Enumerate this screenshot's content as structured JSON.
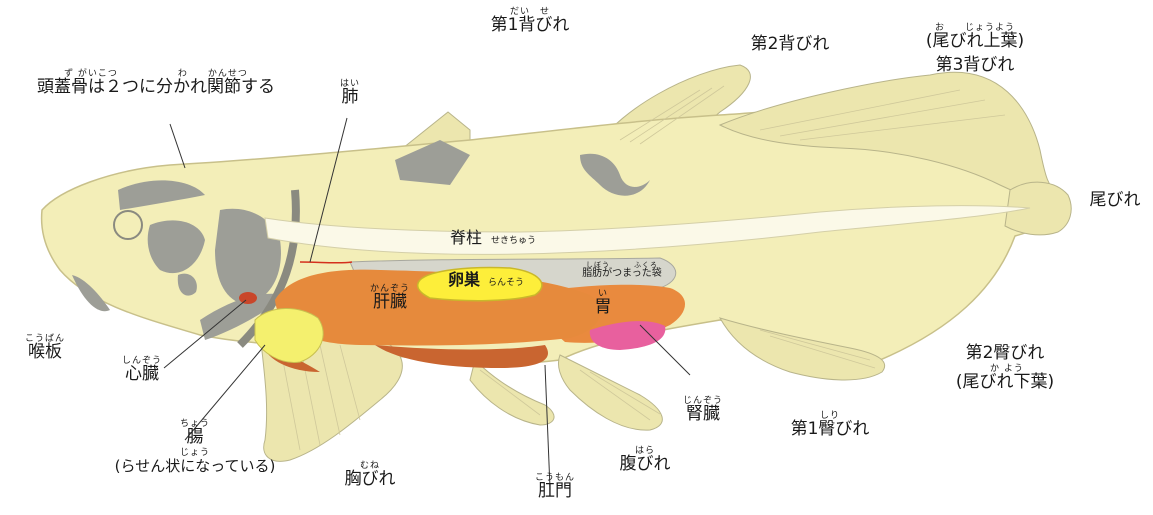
{
  "labels": {
    "dorsal1": {
      "ruby": "だい　せ",
      "text": "第1背びれ"
    },
    "dorsal2": {
      "text": "第2背びれ"
    },
    "dorsal3": {
      "ruby": "お　　じょうよう",
      "line1": "(尾びれ上葉)",
      "line2": "第3背びれ"
    },
    "skull": {
      "ruby": "ず がいこつ　　　　　　わ　　かんせつ",
      "text": "頭蓋骨は２つに分かれ関節する"
    },
    "lung": {
      "ruby": "はい",
      "text": "肺"
    },
    "caudal": {
      "text": "尾びれ"
    },
    "spine": {
      "text": "脊柱",
      "reading": "せきちゅう"
    },
    "ovary": {
      "text": "卵巣",
      "reading": "らんそう"
    },
    "fatsac": {
      "ruby": "しぼう　　　ふくろ",
      "text": "脂肪がつまった袋"
    },
    "liver": {
      "ruby": "かんぞう",
      "text": "肝臓"
    },
    "stomach": {
      "ruby": "い",
      "text": "胃"
    },
    "gular": {
      "ruby": "こうばん",
      "text": "喉板"
    },
    "heart": {
      "ruby": "しんぞう",
      "text": "心臓"
    },
    "anal2": {
      "ruby": "か よう",
      "line1": "第2臀びれ",
      "line2": "(尾びれ下葉)"
    },
    "kidney": {
      "ruby": "じんぞう",
      "text": "腎臓"
    },
    "anal1": {
      "ruby": "しり",
      "text": "第1臀びれ"
    },
    "intestine": {
      "ruby": "ちょう",
      "text": "腸",
      "ruby2": "じょう",
      "note": "(らせん状になっている)"
    },
    "pelvic": {
      "ruby": "はら",
      "text": "腹びれ"
    },
    "pectoral": {
      "ruby": "むね",
      "text": "胸びれ"
    },
    "anus": {
      "ruby": "こうもん",
      "text": "肛門"
    }
  },
  "colors": {
    "body": "#f3eeb8",
    "fin": "#ece6ae",
    "bone": "#9d9e97",
    "spine": "#fbf9e8",
    "liver": "#e68a3c",
    "ovary": "#fdee3a",
    "stomach": "#e98a3e",
    "kidney": "#e8609e",
    "intestine": "#f4f06e",
    "lower_gut": "#c96530",
    "fatsac": "#d6d6cc",
    "heart": "#c9462a",
    "line": "#333333"
  }
}
